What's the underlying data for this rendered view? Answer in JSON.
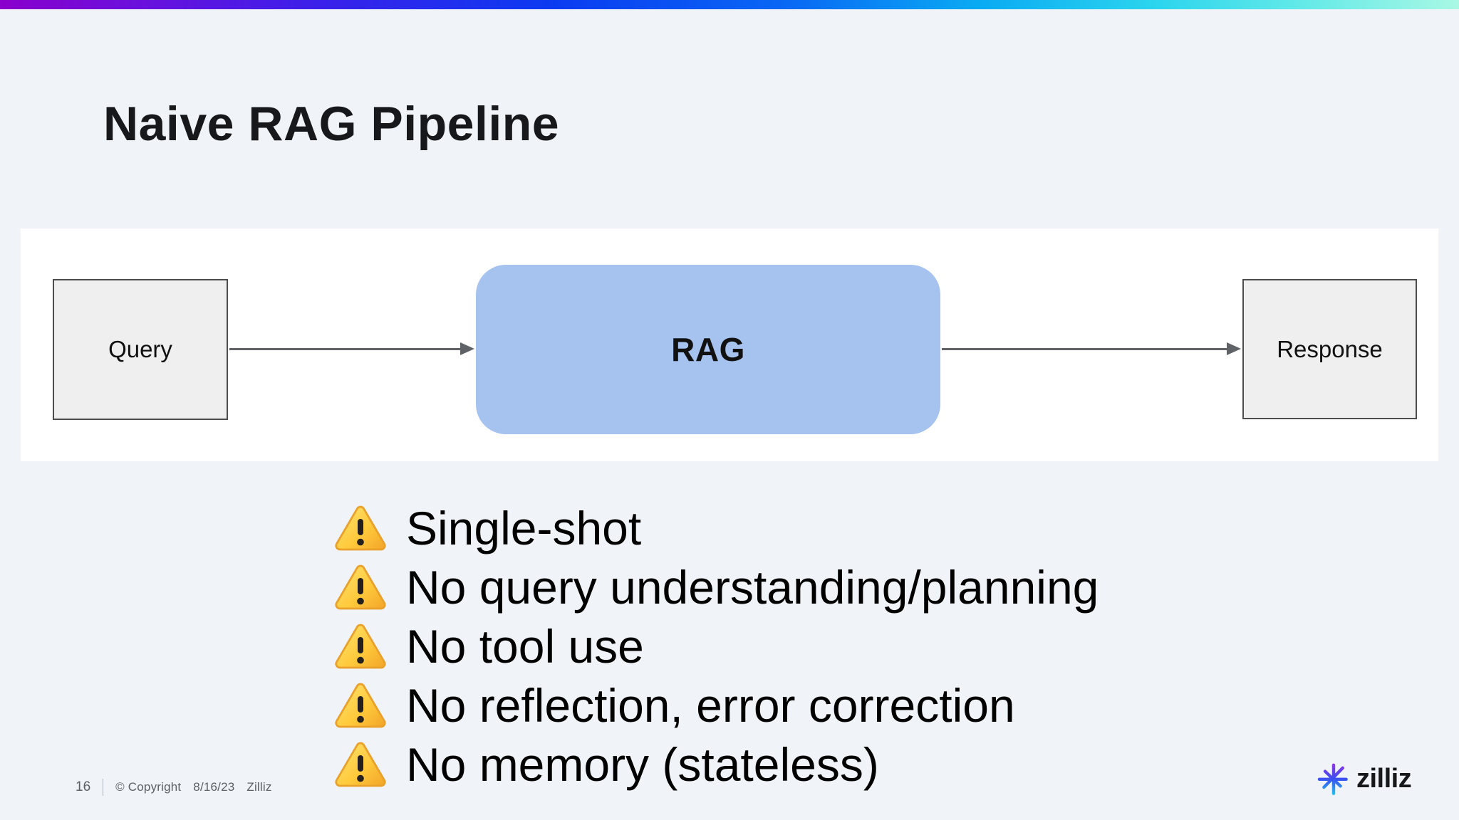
{
  "slide": {
    "title": "Naive RAG Pipeline"
  },
  "pipeline": {
    "nodes": [
      {
        "id": "query",
        "label": "Query"
      },
      {
        "id": "rag",
        "label": "RAG"
      },
      {
        "id": "response",
        "label": "Response"
      }
    ],
    "arrows": [
      {
        "from": "query",
        "to": "rag"
      },
      {
        "from": "rag",
        "to": "response"
      }
    ]
  },
  "issues": {
    "items": [
      {
        "icon": "warning-icon",
        "text": "Single-shot"
      },
      {
        "icon": "warning-icon",
        "text": "No query understanding/planning"
      },
      {
        "icon": "warning-icon",
        "text": "No tool use"
      },
      {
        "icon": "warning-icon",
        "text": "No reflection, error correction"
      },
      {
        "icon": "warning-icon",
        "text": "No memory (stateless)"
      }
    ]
  },
  "footer": {
    "page_number": "16",
    "copyright": "© Copyright",
    "date": "8/16/23",
    "company": "Zilliz"
  },
  "logo": {
    "text": "zilliz"
  },
  "colors": {
    "top_bar_gradient": [
      "#8A00CC",
      "#0B3BF1",
      "#0AAAF3",
      "#2BD4EE",
      "#A9F8E4"
    ],
    "slide_background": "#F0F4F8",
    "canvas_background": "#FFFFFF",
    "rag_node_fill": "#A6C2EF",
    "io_node_fill": "#EFEFEF",
    "io_node_border": "#4D4D4D",
    "arrow": "#5F6368",
    "title_text": "#16181C",
    "body_text": "#000000",
    "footer_text": "#5B6065",
    "warning_yellow": "#FFC93B"
  }
}
